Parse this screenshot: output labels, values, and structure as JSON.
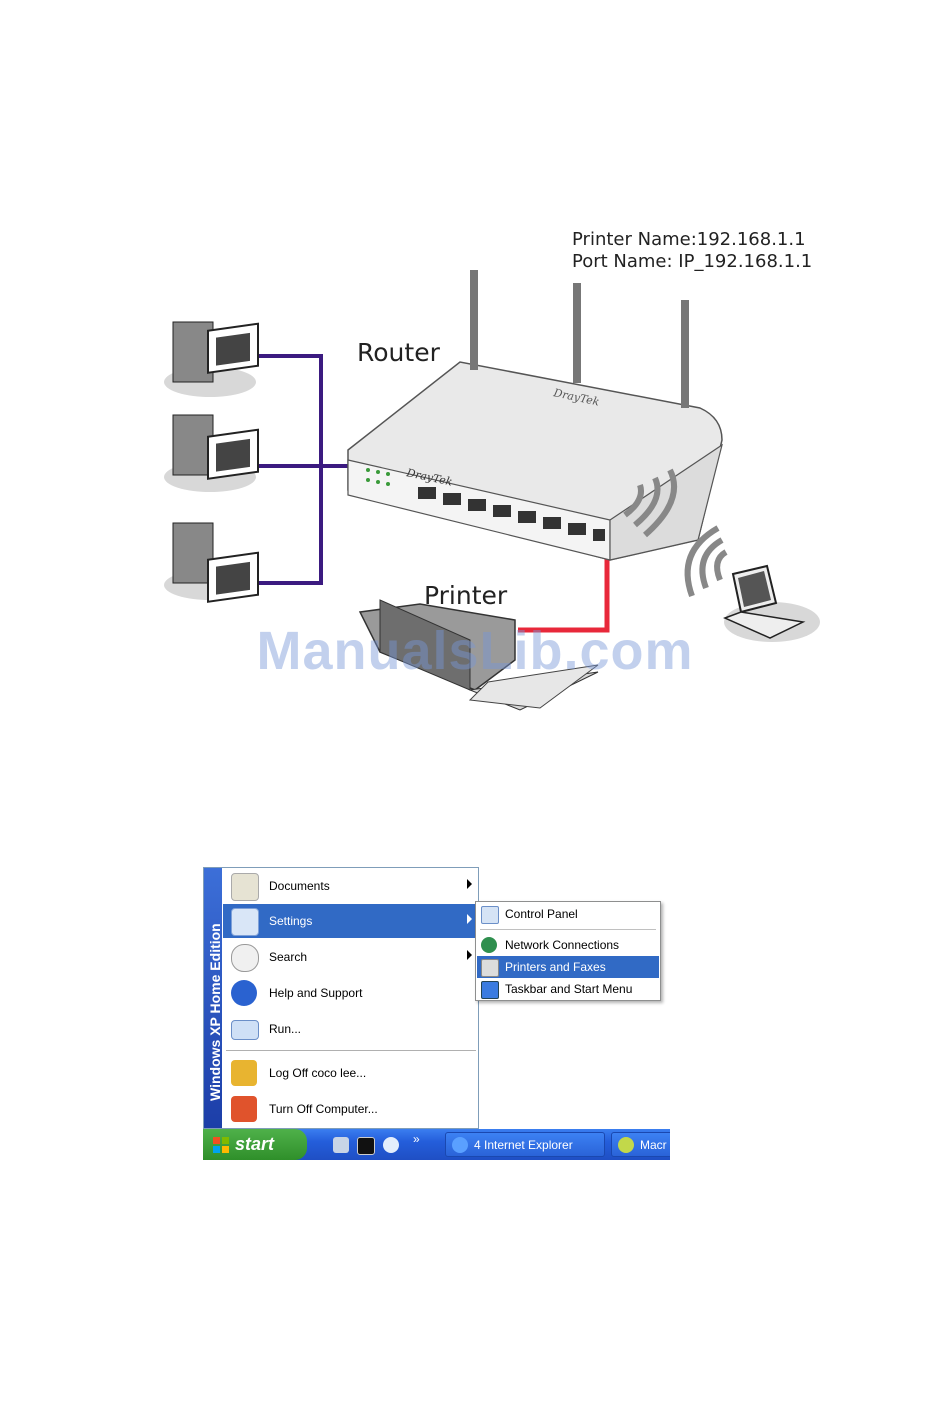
{
  "diagram": {
    "printer_name": "Printer Name:192.168.1.1",
    "port_name": "Port Name: IP_192.168.1.1",
    "router_label": "Router",
    "printer_label": "Printer",
    "brand_front": "DrayTek",
    "brand_top": "DrayTek",
    "colors": {
      "lan_cable": "#3b1a80",
      "printer_cable": "#e8283a"
    }
  },
  "watermark": "ManualsLib.com",
  "start_menu": {
    "sidebar_text": "Windows XP Home Edition",
    "items": [
      {
        "label": "Documents",
        "icon": "documents-icon",
        "submenu": true
      },
      {
        "label": "Settings",
        "icon": "settings-icon",
        "submenu": true,
        "selected": true
      },
      {
        "label": "Search",
        "icon": "search-icon",
        "submenu": true
      },
      {
        "label": "Help and Support",
        "icon": "help-icon"
      },
      {
        "label": "Run...",
        "icon": "run-icon"
      },
      {
        "label": "Log Off coco lee...",
        "icon": "logoff-icon"
      },
      {
        "label": "Turn Off Computer...",
        "icon": "power-icon"
      }
    ],
    "settings_submenu": [
      {
        "label": "Control Panel",
        "icon": "control-panel-icon"
      },
      {
        "label": "Network Connections",
        "icon": "network-icon"
      },
      {
        "label": "Printers and Faxes",
        "icon": "printer-icon",
        "selected": true
      },
      {
        "label": "Taskbar and Start Menu",
        "icon": "taskbar-icon"
      }
    ]
  },
  "taskbar": {
    "start_label": "start",
    "quicklaunch_chevron": "»",
    "buttons": [
      {
        "label": "4 Internet Explorer",
        "icon": "internet-explorer-icon"
      },
      {
        "label": "Macr",
        "icon": "macromedia-icon"
      }
    ]
  }
}
